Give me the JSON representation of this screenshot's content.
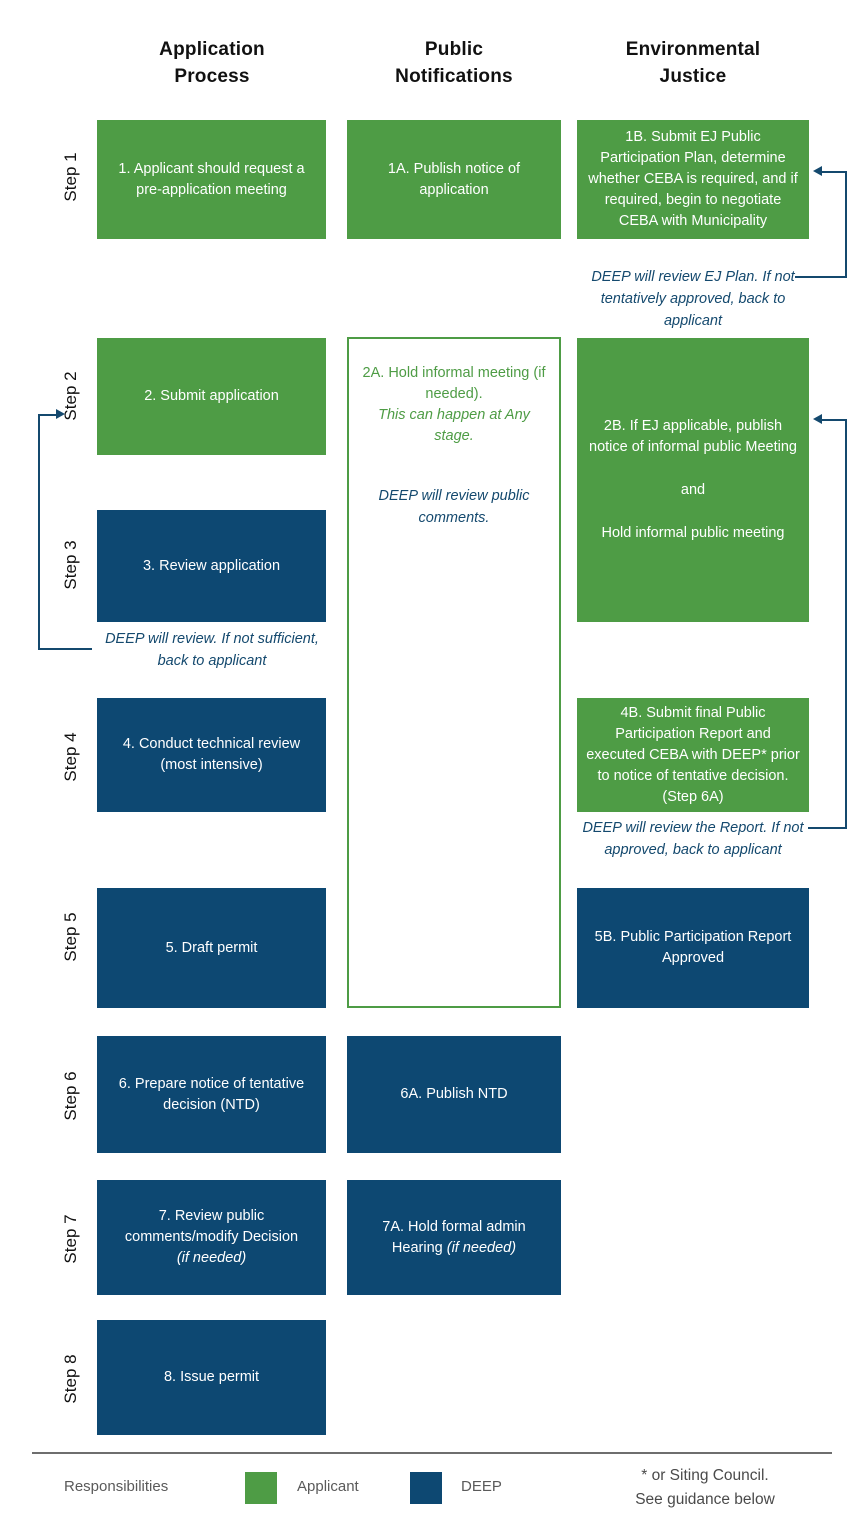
{
  "columns": [
    {
      "line1": "Application",
      "line2": "Process"
    },
    {
      "line1": "Public",
      "line2": "Notifications"
    },
    {
      "line1": "Environmental",
      "line2": "Justice"
    }
  ],
  "steps": [
    {
      "label": "Step 1"
    },
    {
      "label": "Step 2"
    },
    {
      "label": "Step 3"
    },
    {
      "label": "Step 4"
    },
    {
      "label": "Step 5"
    },
    {
      "label": "Step 6"
    },
    {
      "label": "Step 7"
    },
    {
      "label": "Step 8"
    }
  ],
  "boxes": {
    "b1": {
      "text": "1. Applicant should request a pre-application meeting",
      "owner": "Applicant"
    },
    "b1a": {
      "text": "1A. Publish notice of application",
      "owner": "Applicant"
    },
    "b1b": {
      "text": "1B. Submit EJ Public Participation Plan, determine whether CEBA is required, and if required, begin to negotiate CEBA with Municipality",
      "owner": "Applicant"
    },
    "b2": {
      "text": "2. Submit application",
      "owner": "Applicant"
    },
    "b2a": {
      "line1": "2A. Hold informal meeting (if needed).",
      "line2": "This can happen at Any stage.",
      "note": "DEEP will review public comments.",
      "owner": "Applicant"
    },
    "b2b": {
      "text": "2B. If EJ applicable, publish notice of informal public Meeting",
      "text2": "and",
      "text3": "Hold informal public meeting",
      "owner": "Applicant"
    },
    "b3": {
      "text": "3. Review application",
      "owner": "DEEP"
    },
    "b4": {
      "text": "4. Conduct technical review (most intensive)",
      "owner": "DEEP"
    },
    "b4b": {
      "text": "4B. Submit final Public Participation Report and executed CEBA with DEEP* prior to notice of tentative decision. (Step 6A)",
      "owner": "Applicant"
    },
    "b5": {
      "text": "5. Draft permit",
      "owner": "DEEP"
    },
    "b5b": {
      "text": "5B. Public Participation Report Approved",
      "owner": "DEEP"
    },
    "b6": {
      "text": "6. Prepare notice of tentative decision (NTD)",
      "owner": "DEEP"
    },
    "b6a": {
      "text": "6A. Publish NTD",
      "owner": "DEEP"
    },
    "b7": {
      "text": "7. Review public comments/modify Decision",
      "text_italic": "(if needed)",
      "owner": "DEEP"
    },
    "b7a": {
      "text": "7A. Hold formal admin Hearing ",
      "text_italic": "(if needed)",
      "owner": "DEEP"
    },
    "b8": {
      "text": "8. Issue permit",
      "owner": "DEEP"
    }
  },
  "notes": {
    "ej_plan_review": "DEEP will review EJ Plan. If not tentatively approved, back to applicant",
    "application_review": "DEEP will review. If not sufficient, back to applicant",
    "report_review": "DEEP will review the Report. If not approved, back to applicant"
  },
  "legend": {
    "title": "Responsibilities",
    "applicant_label": "Applicant",
    "deep_label": "DEEP",
    "applicant_color": "#4e9c45",
    "deep_color": "#0d4872"
  },
  "footnote": {
    "line1": "* or Siting Council.",
    "line2": "See guidance below"
  }
}
